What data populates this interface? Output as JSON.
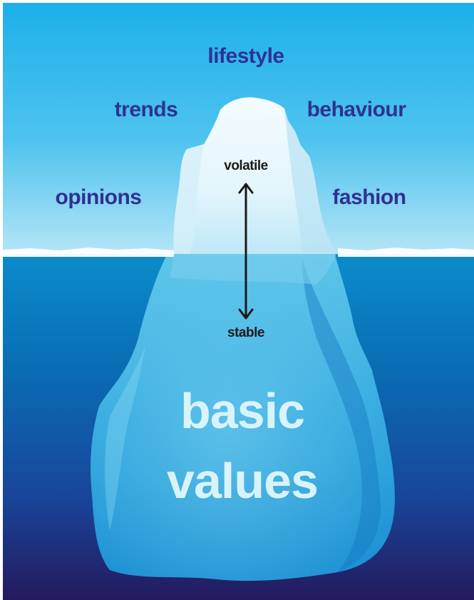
{
  "sky_words": {
    "top": "lifestyle",
    "upper_left": "trends",
    "upper_right": "behaviour",
    "lower_left": "opinions",
    "lower_right": "fashion"
  },
  "scale": {
    "top_label": "volatile",
    "bottom_label": "stable"
  },
  "core": {
    "line1": "basic",
    "line2": "values"
  },
  "colors": {
    "sky_top": "#1cb0e9",
    "sky_horizon": "#a8e0f5",
    "sea_surface": "#0d86c4",
    "sea_deep": "#241f66",
    "word_color": "#2e3192",
    "ice_tip": "#ffffff",
    "ice_body": "#3fb3e3"
  }
}
